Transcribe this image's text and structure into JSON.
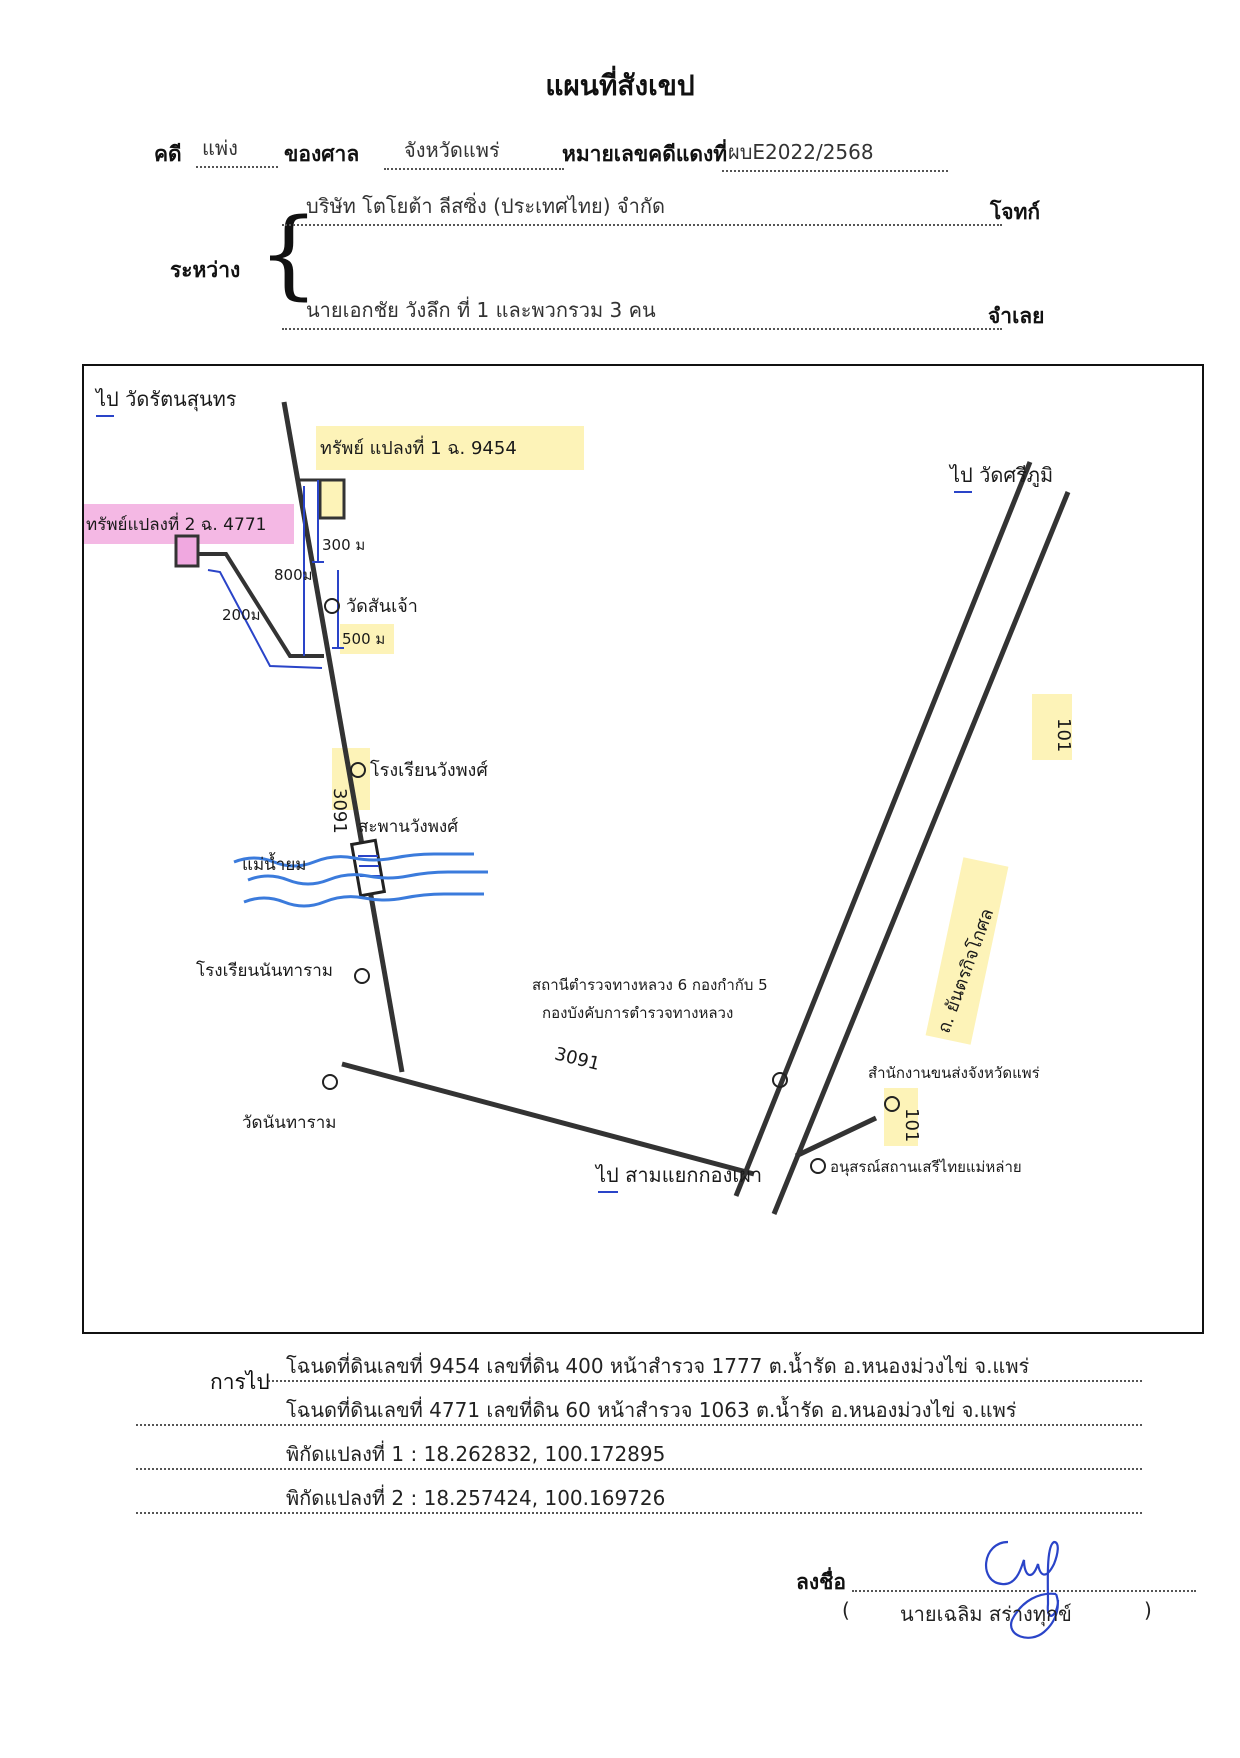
{
  "header": {
    "title": "แผนที่สังเขป",
    "case_label": "คดี",
    "case_type": "แพ่ง",
    "court_label": "ของศาล",
    "court_name": "จังหวัดแพร่",
    "red_no_label": "หมายเลขคดีแดงที่",
    "red_no": "ผบE2022/2568"
  },
  "parties": {
    "between_label": "ระหว่าง",
    "plaintiff": "บริษัท โตโยต้า ลีสซิ่ง (ประเทศไทย) จำกัด",
    "plaintiff_role": "โจทก์",
    "defendant": "นายเอกชัย วังลึก ที่ 1 และพวกรวม 3 คน",
    "defendant_role": "จำเลย"
  },
  "map": {
    "to_north_left": "ไป วัดรัตนสุนทร",
    "to_north_right": "ไป วัดศรีภูมิ",
    "to_south": "ไป สามแยกกองเผา",
    "parcel1_label": "ทรัพย์ แปลงที่ 1 ฉ. 9454",
    "parcel2_label": "ทรัพย์แปลงที่ 2 ฉ. 4771",
    "dist_300": "300 ม",
    "dist_800": "800ม",
    "dist_500": "500 ม",
    "dist_200": "200ม",
    "wat_sanchao": "วัดสันเจ้า",
    "road_3091_a": "3091",
    "school_1": "โรงเรียนวังพงศ์",
    "bridge_label": "สะพานวังพงศ์",
    "river_label": "แม่น้ำยม",
    "school_2": "โรงเรียนนันทาราม",
    "wat_nanthararam": "วัดนันทาราม",
    "road_3091_b": "3091",
    "police_1": "สถานีตำรวจทางหลวง 6 กองกำกับ 5",
    "police_2": "กองบังคับการตำรวจทางหลวง",
    "highway_101_top": "101",
    "highway_101_bottom": "101",
    "highway_name": "ถ. ยันตรกิจโกศล",
    "transport_office": "สำนักงานขนส่งจังหวัดแพร่",
    "monument": "อนุสรณ์สถานเสรีไทยแม่หล่าย",
    "highlight_yellow": "#fdf3b8",
    "highlight_pink": "#f4b8e4",
    "parcel_fill_pink": "#f0a8e0",
    "river_color": "#3b7bdc",
    "guide_color": "#2a44c8"
  },
  "details": {
    "directions_label": "การไป",
    "line1": "โฉนดที่ดินเลขที่ 9454 เลขที่ดิน 400 หน้าสำรวจ 1777 ต.น้ำรัด อ.หนองม่วงไข่ จ.แพร่",
    "line2": "โฉนดที่ดินเลขที่ 4771 เลขที่ดิน 60 หน้าสำรวจ 1063 ต.น้ำรัด อ.หนองม่วงไข่ จ.แพร่",
    "line3": "พิกัดแปลงที่ 1 : 18.262832, 100.172895",
    "line4": "พิกัดแปลงที่ 2 : 18.257424, 100.169726"
  },
  "signature": {
    "sign_label": "ลงชื่อ",
    "open_paren": "(",
    "name": "นายเฉลิม  สร่างทุกข์",
    "close_paren": ")"
  }
}
